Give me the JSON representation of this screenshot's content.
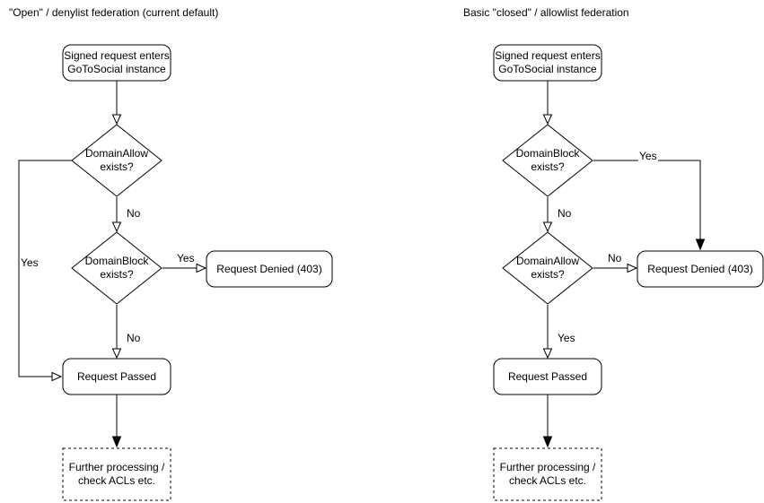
{
  "colors": {
    "background": "#ffffff",
    "stroke": "#000000",
    "text": "#000000"
  },
  "diagrams": [
    {
      "id": "open-denylist",
      "title": "\"Open\" / denylist federation (current default)",
      "nodes": {
        "start": "Signed request enters\nGoToSocial instance",
        "decision1": "DomainAllow\nexists?",
        "decision2": "DomainBlock\nexists?",
        "denied": "Request Denied (403)",
        "passed": "Request Passed",
        "further": "Further processing /\ncheck ACLs etc."
      },
      "edge_labels": {
        "decision1_no": "No",
        "decision1_yes": "Yes",
        "decision2_yes": "Yes",
        "decision2_no": "No"
      }
    },
    {
      "id": "closed-allowlist",
      "title": "Basic \"closed\" / allowlist federation",
      "nodes": {
        "start": "Signed request enters\nGoToSocial instance",
        "decision1": "DomainBlock\nexists?",
        "decision2": "DomainAllow\nexists?",
        "denied": "Request Denied (403)",
        "passed": "Request Passed",
        "further": "Further processing /\ncheck ACLs etc."
      },
      "edge_labels": {
        "decision1_yes": "Yes",
        "decision1_no": "No",
        "decision2_no": "No",
        "decision2_yes": "Yes"
      }
    }
  ]
}
